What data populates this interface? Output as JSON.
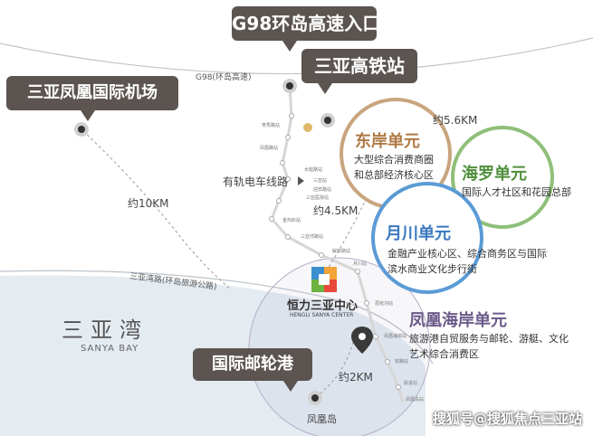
{
  "colors": {
    "callout_bg": "#5b5450",
    "dongan": "#c8a57e",
    "hailuo": "#8fbf78",
    "yuechuan": "#5b9bd5",
    "fenghuang": "#8a7aa6",
    "sea": "#e4ebf1",
    "route": "#d8d8d8"
  },
  "callouts": {
    "g98_entrance": "G98环岛高速入口",
    "high_speed_rail": "三亚高铁站",
    "airport": "三亚凤凰国际机场",
    "cruise_port": "国际邮轮港"
  },
  "roads": {
    "g98": "G98(环岛高速)",
    "sanya_bay_road": "三亚湾路(环岛旅游公路)",
    "tram_line": "有轨电车线路"
  },
  "distances": {
    "to_airport": "约10KM",
    "to_dongan": "约5.6KM",
    "to_yuechuan": "约4.5KM",
    "to_port": "约2KM"
  },
  "sea": {
    "name_cn": "三亚湾",
    "name_en": "SANYA BAY"
  },
  "island": "凤凰岛",
  "units": [
    {
      "id": "dongan",
      "title": "东岸单元",
      "lines": [
        "大型综合消费商圈",
        "和总部经济核心区"
      ]
    },
    {
      "id": "hailuo",
      "title": "海罗单元",
      "lines": [
        "国际人才社区和花园总部"
      ]
    },
    {
      "id": "yuechuan",
      "title": "月川单元",
      "lines": [
        "金融产业核心区、综合商务区与国际",
        "滨水商业文化步行街"
      ]
    },
    {
      "id": "fenghuang",
      "title": "凤凰海岸单元",
      "lines": [
        "旅游港自贸服务与邮轮、游艇、文化",
        "艺术综合消费区"
      ]
    }
  ],
  "project": {
    "name_cn": "恒力三亚中心",
    "name_en": "HENGLI SANYA CENTER",
    "logo_icon": "hengli-logo-icon",
    "pin_icon": "location-pin-icon"
  },
  "tram_stations": [
    "育秀路站",
    "凤凰路站",
    "水蛙路站",
    "三亚站",
    "迎宾路站",
    "三亚医院站",
    "金鸡岭站",
    "三亚湾路站",
    "解放路站",
    "月川站",
    "荔枝沟站",
    "凤凰海岸站",
    "铁路站",
    "跃进站",
    "凤凰岛站"
  ],
  "watermark": "搜狐号@搜狐焦点三亚站"
}
